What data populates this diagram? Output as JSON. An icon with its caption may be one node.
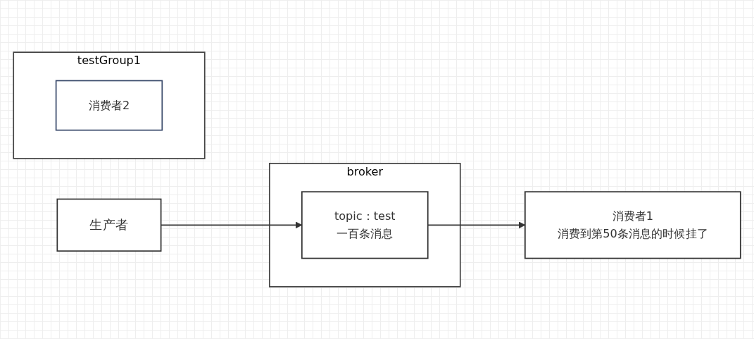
{
  "diagram": {
    "nodes": [
      {
        "text": [
          "生产者"
        ]
      },
      {
        "text": [
          "broker"
        ]
      },
      {
        "text": [
          "topic：test",
          "一百条消息"
        ],
        "in": 1
      },
      {
        "text": [
          "testGroup1"
        ]
      },
      {
        "text": [
          "消费者2"
        ],
        "in": 3
      },
      {
        "text": [
          "消费者1",
          "消费到第50条消息的时候挂了"
        ]
      }
    ],
    "edges": [
      {
        "from": 0,
        "to": 2,
        "arrow": "to"
      },
      {
        "from": 2,
        "to": 5,
        "arrow": "to"
      }
    ]
  }
}
